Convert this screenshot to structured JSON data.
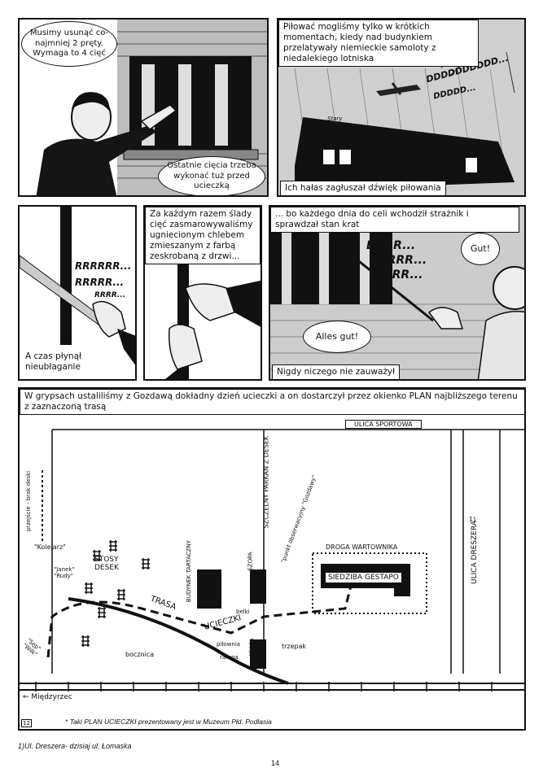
{
  "panel1": {
    "bubble_top": "Musimy usunąć co-najmniej 2 pręty. Wymaga to 4 cięć",
    "bubble_bottom": "Ostatnie cięcia trzeba wykonać tuż przed ucieczką"
  },
  "panel2": {
    "caption_top": "Piłować mogliśmy tylko w krótkich momentach, kiedy nad budynkiem przelatywały niemieckie samoloty z niedalekiego lotniska",
    "caption_bottom": "Ich hałas zagłuszał dźwięk piłowania",
    "sfx_top": "DDDDDDDDDD...",
    "sfx_mid": "DDDDD...",
    "sfx_small": "Stary"
  },
  "panel3": {
    "sfx1": "RRRRRR...",
    "sfx2": "RRRRR...",
    "sfx3": "RRRR...",
    "caption": "A czas płynął nieubłaganie"
  },
  "panel4": {
    "caption": "Za każdym razem ślady cięć zasmarowywaliśmy ugniecionym chlebem zmieszanym z farbą zeskrobaną z drzwi..."
  },
  "panel5": {
    "caption_top": "... bo każdego dnia do celi wchodził strażnik i sprawdzał stan krat",
    "caption_bottom": "Nigdy niczego nie zauważył",
    "sfx1": "DRRR...",
    "sfx2": "DRRR...",
    "sfx3": "DRR...",
    "bubble_gut": "Gut!",
    "bubble_alles": "Alles gut!"
  },
  "map": {
    "caption": "W grypsach ustaliliśmy z Gozdawą dokładny dzień ucieczki a on dostarczył przez okienko PLAN najbliższego terenu z zaznaczoną trasą",
    "labels": {
      "ulica_sportowa": "ULICA SPORTOWA",
      "przejscie": "przejście - brak deski",
      "kolejarz": "\"Kolejarz\"",
      "janek_rudy": "\"Janek\" \"Rudy\"",
      "stosy_desek": "STOSY DESEK",
      "budynek": "BUDYNEK TARTACZNY",
      "szopa1": "SZOPA",
      "szczelny": "SZCZELNY PARKAN Z DESEK",
      "punkt": "\"punkt obserwacyjny \"Gozdawy\"",
      "droga": "DROGA WARTOWNIKA",
      "siedziba": "SIEDZIBA GESTAPO",
      "belki": "belki",
      "trasa": "TRASA",
      "ucieczki": "UCIECZKI",
      "pitownia": "piłownia",
      "rampa": "rampa",
      "bocznica": "bocznica",
      "szopa2": "SZOPA",
      "trzepak": "trzepak",
      "sep_wilk": "\"Sęp\" \"Wilk\"",
      "ulica_dreszera": "ULICA DRESZERA",
      "footnote_mark": "1)",
      "miedzyrzec": "← Międzyrzec",
      "note": "* Taki PLAN UCIECZKI prezentowany jest w Muzeum Płd. Podlasia",
      "corner": "12"
    }
  },
  "footnote": "1)Ul. Dreszera- dzisiaj ul. Łomaska",
  "page_number": "14"
}
